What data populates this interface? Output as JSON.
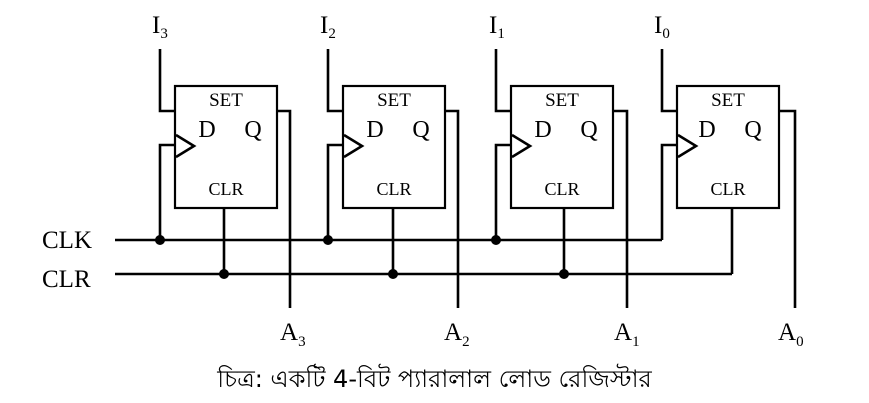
{
  "signals": {
    "clk": "CLK",
    "clr": "CLR"
  },
  "flip_flops": [
    {
      "input": "I",
      "input_sub": "3",
      "output": "A",
      "output_sub": "3",
      "set": "SET",
      "d": "D",
      "q": "Q",
      "clr": "CLR"
    },
    {
      "input": "I",
      "input_sub": "2",
      "output": "A",
      "output_sub": "2",
      "set": "SET",
      "d": "D",
      "q": "Q",
      "clr": "CLR"
    },
    {
      "input": "I",
      "input_sub": "1",
      "output": "A",
      "output_sub": "1",
      "set": "SET",
      "d": "D",
      "q": "Q",
      "clr": "CLR"
    },
    {
      "input": "I",
      "input_sub": "0",
      "output": "A",
      "output_sub": "0",
      "set": "SET",
      "d": "D",
      "q": "Q",
      "clr": "CLR"
    }
  ],
  "caption": "চিত্র: একটি 4-বিট প্যারালাল লোড রেজিস্টার"
}
